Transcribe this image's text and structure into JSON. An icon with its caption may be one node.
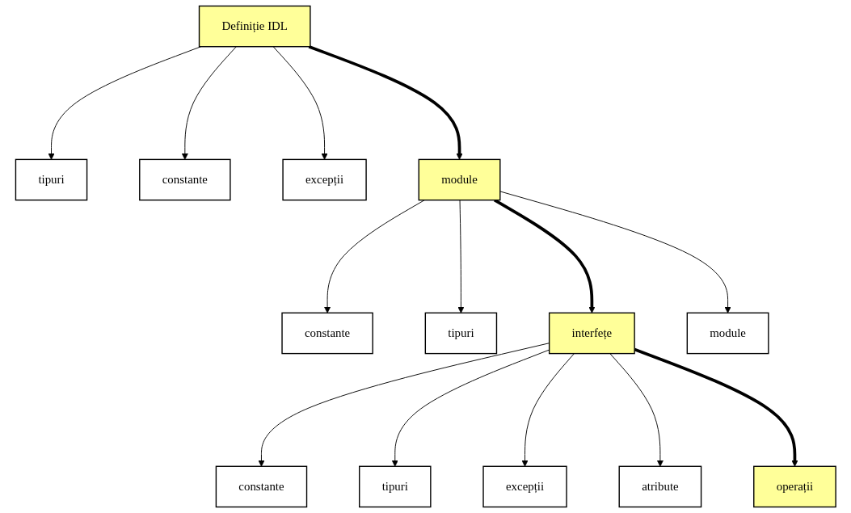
{
  "diagram": {
    "nodes": [
      {
        "text": [
          "Definiție IDL"
        ]
      },
      {
        "text": [
          "tipuri"
        ]
      },
      {
        "text": [
          "constante"
        ]
      },
      {
        "text": [
          "excepții"
        ]
      },
      {
        "text": [
          "module"
        ]
      },
      {
        "text": [
          "constante"
        ]
      },
      {
        "text": [
          "tipuri"
        ]
      },
      {
        "text": [
          "interfețe"
        ]
      },
      {
        "text": [
          "module"
        ]
      },
      {
        "text": [
          "constante"
        ]
      },
      {
        "text": [
          "tipuri"
        ]
      },
      {
        "text": [
          "excepții"
        ]
      },
      {
        "text": [
          "atribute"
        ]
      },
      {
        "text": [
          "operații"
        ]
      }
    ],
    "edges": [
      {
        "from": 0,
        "to": 1,
        "arrow": "to"
      },
      {
        "from": 0,
        "to": 2,
        "arrow": "to"
      },
      {
        "from": 0,
        "to": 3,
        "arrow": "to"
      },
      {
        "from": 0,
        "to": 4,
        "arrow": "to",
        "style": "thick"
      },
      {
        "from": 4,
        "to": 5,
        "arrow": "to"
      },
      {
        "from": 4,
        "to": 6,
        "arrow": "to"
      },
      {
        "from": 4,
        "to": 7,
        "arrow": "to",
        "style": "thick"
      },
      {
        "from": 4,
        "to": 8,
        "arrow": "to"
      },
      {
        "from": 7,
        "to": 9,
        "arrow": "to"
      },
      {
        "from": 7,
        "to": 10,
        "arrow": "to"
      },
      {
        "from": 7,
        "to": 11,
        "arrow": "to"
      },
      {
        "from": 7,
        "to": 12,
        "arrow": "to"
      },
      {
        "from": 7,
        "to": 13,
        "arrow": "to",
        "style": "thick"
      }
    ]
  }
}
